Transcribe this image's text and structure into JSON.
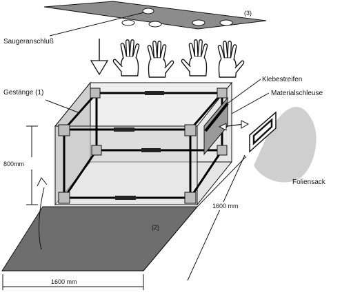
{
  "labels": {
    "suction_port": "Saugeranschluß",
    "frame": "Gestänge (1)",
    "adhesive_strip": "Klebestreifen",
    "material_lock": "Materialschleuse",
    "foil_bag": "Foliensack",
    "part_floor": "(2)",
    "part_lid": "(3)",
    "dim_height": "800mm",
    "dim_depth": "1600 mm",
    "dim_width": "1600 mm"
  },
  "colors": {
    "outline": "#111111",
    "lid_fill": "#8c8c8c",
    "floor_fill": "#6e6e6e",
    "box_fill": "#d8d8d8",
    "bag_fill": "#cfcfcf",
    "joint_fill": "#bdbdbd"
  }
}
